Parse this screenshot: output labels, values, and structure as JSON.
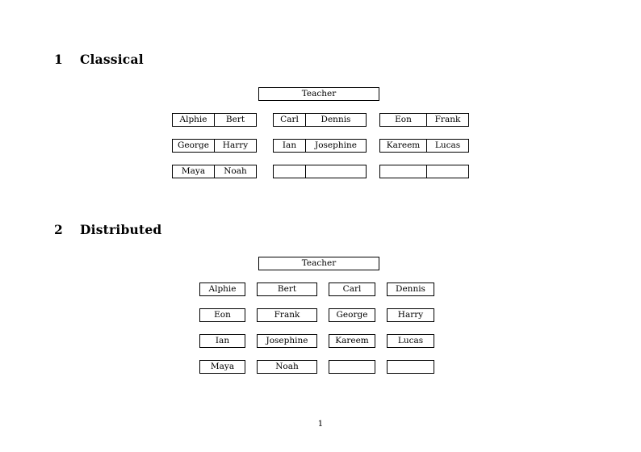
{
  "document": {
    "page_number": "1",
    "background_color": "#ffffff",
    "text_color": "#000000",
    "border_color": "#000000"
  },
  "sections": [
    {
      "number": "1",
      "title": "Classical",
      "teacher_label": "Teacher",
      "layout": "three grouped two-column tables",
      "groups": [
        {
          "name": "group-a",
          "rows": [
            {
              "left": "Alphie",
              "right": "Bert"
            },
            {
              "left": "George",
              "right": "Harry"
            },
            {
              "left": "Maya",
              "right": "Noah"
            }
          ]
        },
        {
          "name": "group-b",
          "rows": [
            {
              "left": "Carl",
              "right": "Dennis"
            },
            {
              "left": "Ian",
              "right": "Josephine"
            },
            {
              "left": "",
              "right": ""
            }
          ]
        },
        {
          "name": "group-c",
          "rows": [
            {
              "left": "Eon",
              "right": "Frank"
            },
            {
              "left": "Kareem",
              "right": "Lucas"
            },
            {
              "left": "",
              "right": ""
            }
          ]
        }
      ]
    },
    {
      "number": "2",
      "title": "Distributed",
      "teacher_label": "Teacher",
      "layout": "four column grid of separate boxes",
      "rows": [
        [
          "Alphie",
          "Bert",
          "Carl",
          "Dennis"
        ],
        [
          "Eon",
          "Frank",
          "George",
          "Harry"
        ],
        [
          "Ian",
          "Josephine",
          "Kareem",
          "Lucas"
        ],
        [
          "Maya",
          "Noah",
          "",
          ""
        ]
      ]
    }
  ]
}
